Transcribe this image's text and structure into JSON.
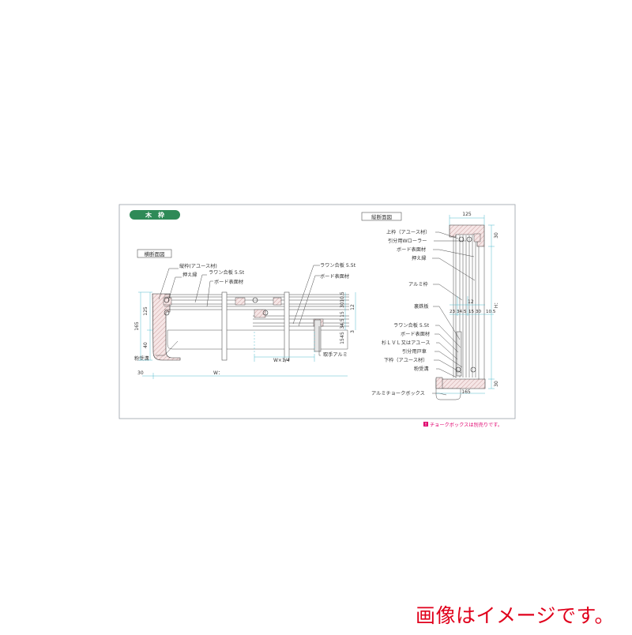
{
  "title_badge": "木　枠",
  "sections": {
    "horizontal": "横断面図",
    "vertical": "縦断面図"
  },
  "horizontal_labels": {
    "tatewaku": "縦枠(アユース材)",
    "osaebuchi": "押え縁",
    "lauan_left": "ラワン合板 5.5t",
    "board_left": "ボード表面材",
    "lauan_right": "ラワン合板 5.5t",
    "board_right": "ボード表面材",
    "toritte": "取手アルミ",
    "konauke": "粉受溝"
  },
  "horizontal_dims": {
    "h165": "165",
    "h125": "125",
    "h40": "40",
    "w30": "30",
    "w": "W：",
    "w_quarter": "W×1/4",
    "d105": "10.5",
    "d30": "30",
    "d12": "12",
    "d15": "15",
    "d345": "34.5",
    "d3": "3",
    "d45": "45",
    "d15b": "15"
  },
  "vertical_labels": {
    "uwawaku": "上枠（アユース材）",
    "hikiwake_roller": "引分用Wローラー",
    "board": "ボード表面材",
    "osaebuchi": "押え縁",
    "alumi": "アルミ枠",
    "uratetsu": "裏鉄板",
    "lauan": "ラワン合板 5.5t",
    "board2": "ボード表面材",
    "sugi_lvl": "杉ＬＶＬ又はアユース",
    "hikiwake_tosha": "引分用戸車",
    "shitawaku": "下枠（アユース材）",
    "konauke": "粉受溝",
    "chalk_box": "アルミチョークボックス"
  },
  "vertical_dims": {
    "top125": "125",
    "top30": "30",
    "h": "H：",
    "bot30": "30",
    "bot165": "165",
    "d12": "12",
    "d23": "23",
    "d345": "34.5",
    "d15": "15",
    "d30": "30",
    "d105": "10.5"
  },
  "footnote": "チョークボックスは別売りです。",
  "caption": "画像はイメージです。"
}
